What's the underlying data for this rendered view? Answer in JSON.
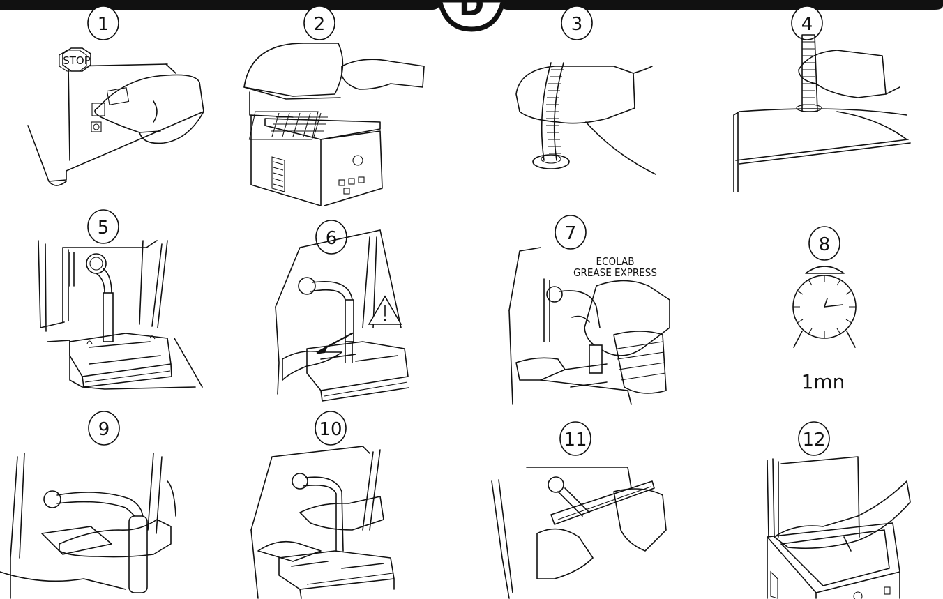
{
  "header": {
    "badge_letter": "D"
  },
  "steps": [
    {
      "number": "1",
      "icon": "stop-icon",
      "text": "STOP"
    },
    {
      "number": "2"
    },
    {
      "number": "3"
    },
    {
      "number": "4"
    },
    {
      "number": "5"
    },
    {
      "number": "6",
      "icon": "warning-icon"
    },
    {
      "number": "7",
      "product_line1": "ECOLAB",
      "product_line2": "GREASE EXPRESS"
    },
    {
      "number": "8",
      "icon": "alarm-clock-icon",
      "duration": "1mn"
    },
    {
      "number": "9"
    },
    {
      "number": "10"
    },
    {
      "number": "11"
    },
    {
      "number": "12"
    }
  ]
}
